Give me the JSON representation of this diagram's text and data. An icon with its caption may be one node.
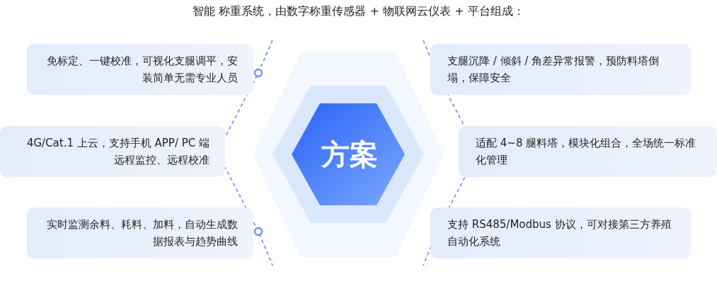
{
  "diagram": {
    "title": "智能 称重系统，由数字称重传感器 + 物联网云仪表 + 平台组成：",
    "nodes": [
      {
        "text": [
          "免标定、一键校准，可视化支腿调平，安装简单无需专业人员"
        ]
      },
      {
        "text": [
          "支腿沉降 / 倾斜 / 角差异常报警，预防料塔倒塌，保障安全"
        ]
      },
      {
        "text": [
          "4G/Cat.1 上云，支持手机 APP/ PC 端远程监控、远程校准"
        ]
      },
      {
        "text": [
          "方案"
        ]
      },
      {
        "text": [
          "适配 4~8 腿料塔，模块化组合，全场统一标准化管理"
        ]
      },
      {
        "text": [
          "实时监测余料、耗料、加料，自动生成数据报表与趋势曲线"
        ]
      },
      {
        "text": [
          "支持 RS485/Modbus 协议，可对接第三方养殖自动化系统"
        ]
      }
    ],
    "edges": []
  }
}
